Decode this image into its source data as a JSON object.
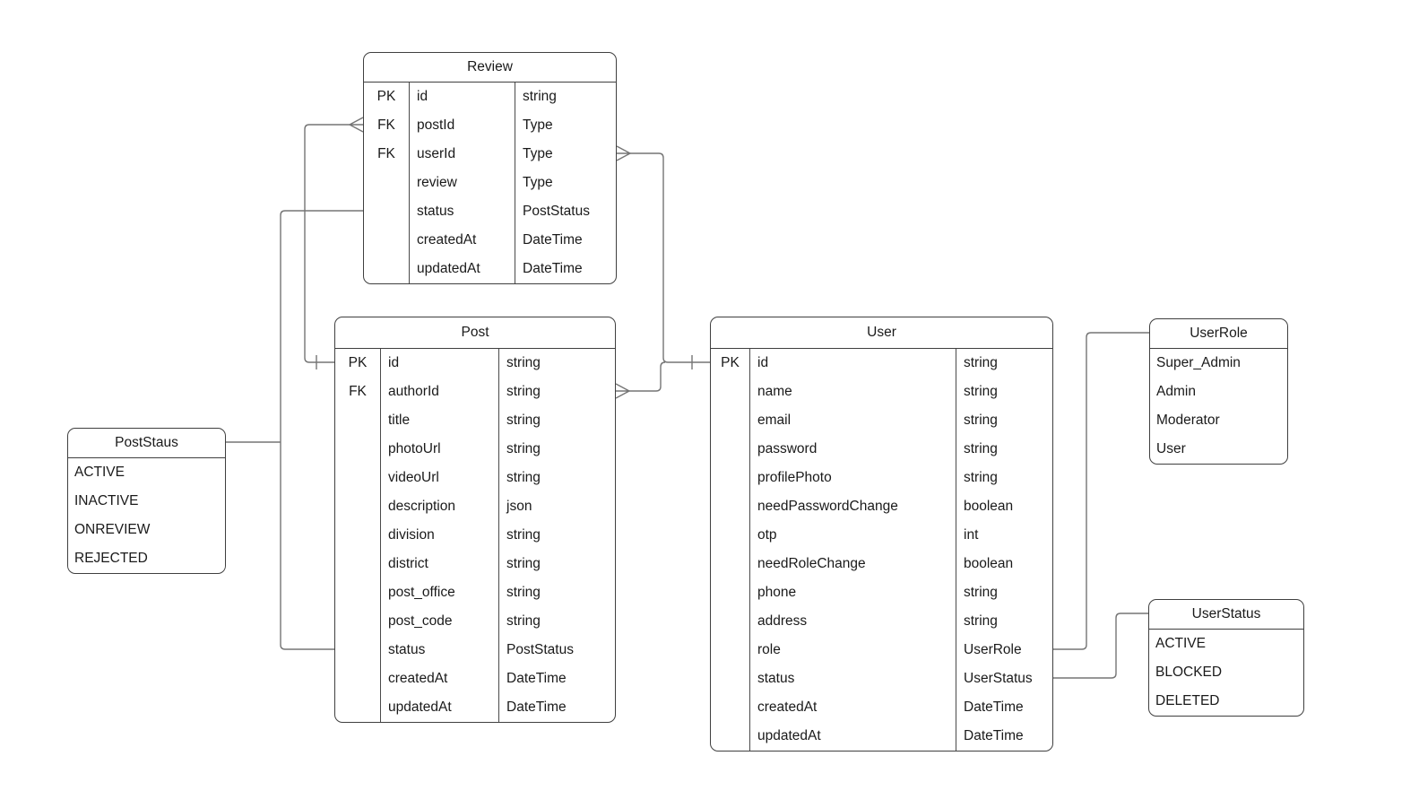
{
  "diagram": {
    "background_color": "#ffffff",
    "box_border_color": "#3f3f3f",
    "text_color": "#1a1a1a",
    "connector_color": "#757575"
  },
  "entities": [
    {
      "title": "Review",
      "rows": [
        {
          "key": "PK",
          "name": "id",
          "type": "string"
        },
        {
          "key": "FK",
          "name": "postId",
          "type": "Type"
        },
        {
          "key": "FK",
          "name": "userId",
          "type": "Type"
        },
        {
          "key": "",
          "name": "review",
          "type": "Type"
        },
        {
          "key": "",
          "name": "status",
          "type": "PostStatus"
        },
        {
          "key": "",
          "name": "createdAt",
          "type": "DateTime"
        },
        {
          "key": "",
          "name": "updatedAt",
          "type": "DateTime"
        }
      ]
    },
    {
      "title": "Post",
      "rows": [
        {
          "key": "PK",
          "name": "id",
          "type": "string"
        },
        {
          "key": "FK",
          "name": "authorId",
          "type": "string"
        },
        {
          "key": "",
          "name": "title",
          "type": "string"
        },
        {
          "key": "",
          "name": "photoUrl",
          "type": "string"
        },
        {
          "key": "",
          "name": "videoUrl",
          "type": "string"
        },
        {
          "key": "",
          "name": "description",
          "type": "json"
        },
        {
          "key": "",
          "name": "division",
          "type": "string"
        },
        {
          "key": "",
          "name": "district",
          "type": "string"
        },
        {
          "key": "",
          "name": "post_office",
          "type": "string"
        },
        {
          "key": "",
          "name": "post_code",
          "type": "string"
        },
        {
          "key": "",
          "name": "status",
          "type": "PostStatus"
        },
        {
          "key": "",
          "name": "createdAt",
          "type": "DateTime"
        },
        {
          "key": "",
          "name": "updatedAt",
          "type": "DateTime"
        }
      ]
    },
    {
      "title": "User",
      "rows": [
        {
          "key": "PK",
          "name": "id",
          "type": "string"
        },
        {
          "key": "",
          "name": "name",
          "type": "string"
        },
        {
          "key": "",
          "name": "email",
          "type": "string"
        },
        {
          "key": "",
          "name": "password",
          "type": "string"
        },
        {
          "key": "",
          "name": "profilePhoto",
          "type": "string"
        },
        {
          "key": "",
          "name": "needPasswordChange",
          "type": "boolean"
        },
        {
          "key": "",
          "name": "otp",
          "type": "int"
        },
        {
          "key": "",
          "name": "needRoleChange",
          "type": "boolean"
        },
        {
          "key": "",
          "name": "phone",
          "type": "string"
        },
        {
          "key": "",
          "name": "address",
          "type": "string"
        },
        {
          "key": "",
          "name": "role",
          "type": "UserRole"
        },
        {
          "key": "",
          "name": "status",
          "type": "UserStatus"
        },
        {
          "key": "",
          "name": "createdAt",
          "type": "DateTime"
        },
        {
          "key": "",
          "name": "updatedAt",
          "type": "DateTime"
        }
      ]
    }
  ],
  "enums": [
    {
      "title": "PostStaus",
      "values": [
        "ACTIVE",
        "INACTIVE",
        "ONREVIEW",
        "REJECTED"
      ]
    },
    {
      "title": "UserRole",
      "values": [
        "Super_Admin",
        "Admin",
        "Moderator",
        "User"
      ]
    },
    {
      "title": "UserStatus",
      "values": [
        "ACTIVE",
        "BLOCKED",
        "DELETED"
      ]
    }
  ],
  "relationships": [
    {
      "from": "Post.id",
      "to": "Review.postId",
      "from_cardinality": "one",
      "to_cardinality": "many"
    },
    {
      "from": "User.id",
      "to": "Review.userId",
      "from_cardinality": "one",
      "to_cardinality": "many"
    },
    {
      "from": "User.id",
      "to": "Post.authorId",
      "from_cardinality": "one",
      "to_cardinality": "many"
    },
    {
      "from": "PostStaus",
      "to": "Review.status"
    },
    {
      "from": "PostStaus",
      "to": "Post.status"
    },
    {
      "from": "User.role",
      "to": "UserRole"
    },
    {
      "from": "User.status",
      "to": "UserStatus"
    }
  ]
}
